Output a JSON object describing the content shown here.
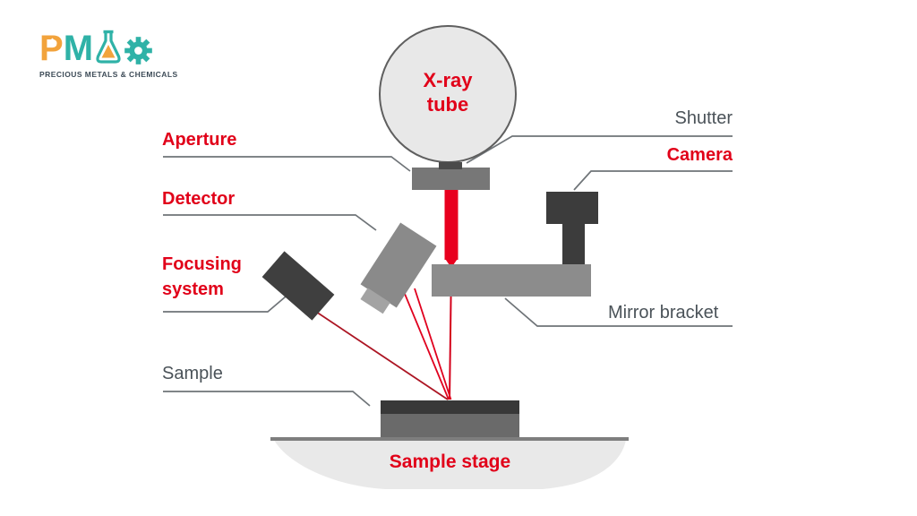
{
  "page": {
    "background": "#FFFFFF"
  },
  "brand": {
    "name": "PMAC",
    "letter_p": "P",
    "letter_m": "M",
    "tagline": "PRECIOUS METALS & CHEMICALS",
    "orange": "#F2A33C",
    "teal": "#2FB2A7",
    "slate": "#3D4B57"
  },
  "diagram": {
    "accent_red": "#E10019",
    "label_gray": "#4A5258",
    "leader_line_gray": "#6F7478",
    "component_gray_light": "#E8E8E8",
    "component_gray_mid": "#8C8C8C",
    "component_gray_dark": "#3C3C3C",
    "xray_tube": {
      "line1": "X-ray",
      "line2": "tube"
    },
    "labels": {
      "aperture": "Aperture",
      "shutter": "Shutter",
      "camera": "Camera",
      "detector": "Detector",
      "focusing_system": "Focusing system",
      "mirror_bracket": "Mirror bracket",
      "sample": "Sample",
      "sample_stage": "Sample stage"
    }
  }
}
